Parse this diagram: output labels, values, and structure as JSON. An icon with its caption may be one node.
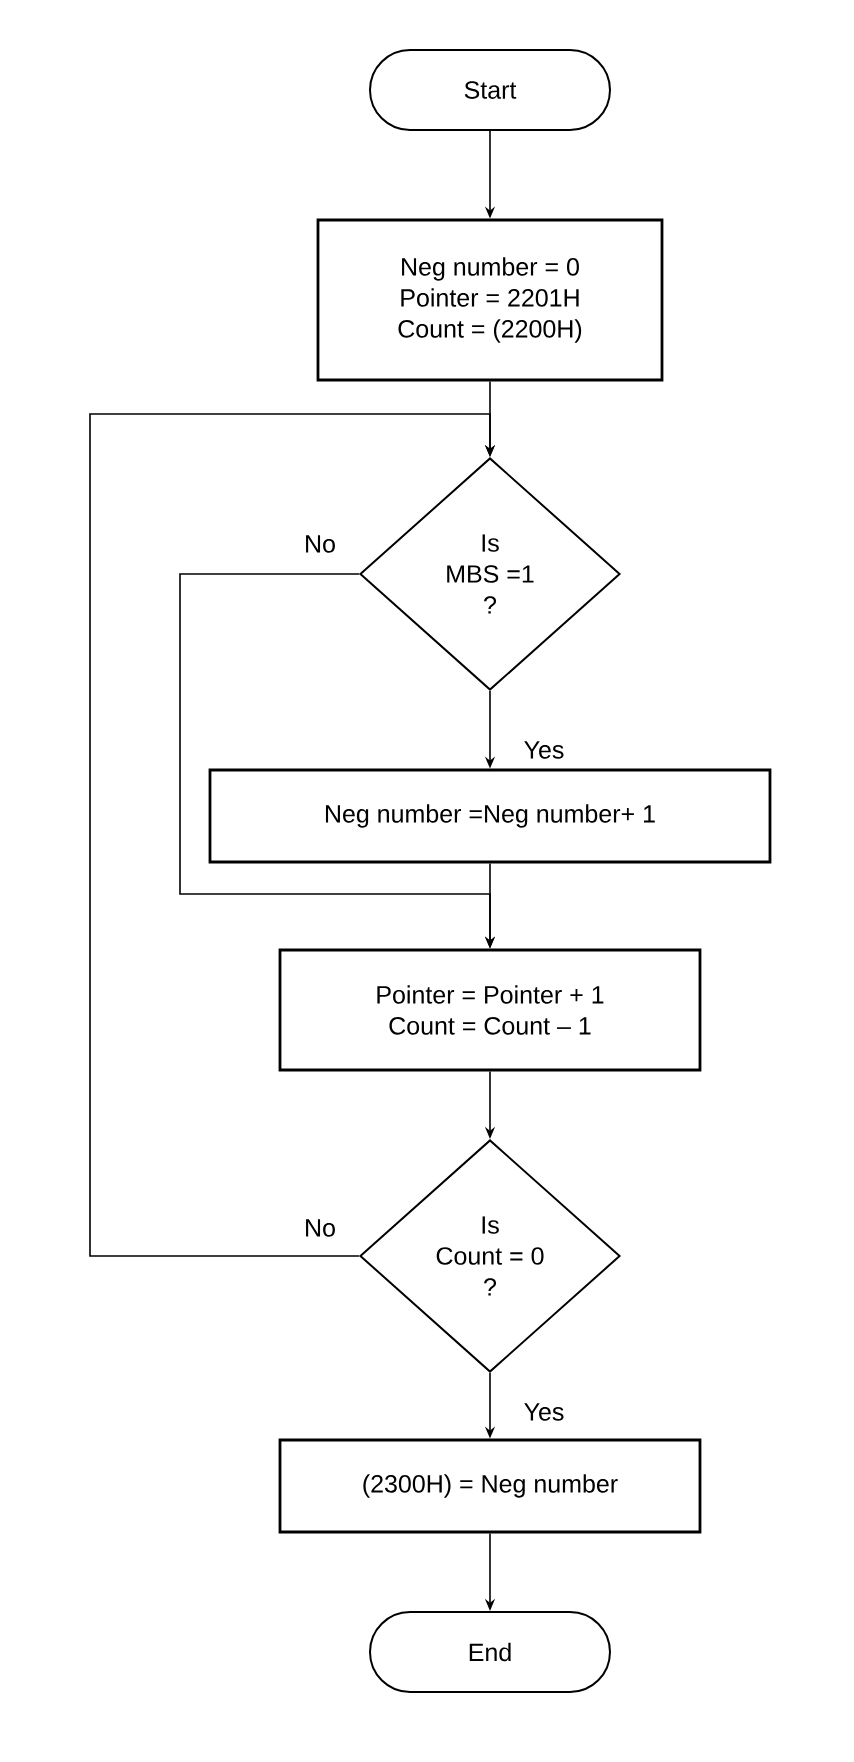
{
  "diagram": {
    "nodes": [
      {
        "text": [
          "Start"
        ]
      },
      {
        "text": [
          "Neg number = 0",
          "Pointer = 2201H",
          "Count = (2200H)"
        ]
      },
      {
        "text": [
          "Is",
          "MBS =1",
          "?"
        ]
      },
      {
        "text": [
          "Neg number =Neg number+ 1"
        ]
      },
      {
        "text": [
          "Pointer = Pointer + 1",
          "Count = Count – 1"
        ]
      },
      {
        "text": [
          "Is",
          "Count = 0",
          "?"
        ]
      },
      {
        "text": [
          "(2300H) = Neg number"
        ]
      },
      {
        "text": [
          "End"
        ]
      }
    ],
    "edges": [
      {
        "from": 0,
        "to": 1,
        "arrow": "to"
      },
      {
        "from": 1,
        "to": 2,
        "arrow": "to"
      },
      {
        "from": 2,
        "to": 3,
        "arrow": "to",
        "label": "Yes"
      },
      {
        "from": 2,
        "to": 4,
        "arrow": "to",
        "label": "No"
      },
      {
        "from": 3,
        "to": 4,
        "arrow": "to"
      },
      {
        "from": 4,
        "to": 5,
        "arrow": "to"
      },
      {
        "from": 5,
        "to": 2,
        "arrow": "to",
        "label": "No"
      },
      {
        "from": 5,
        "to": 6,
        "arrow": "to",
        "label": "Yes"
      },
      {
        "from": 6,
        "to": 7,
        "arrow": "to"
      }
    ]
  }
}
